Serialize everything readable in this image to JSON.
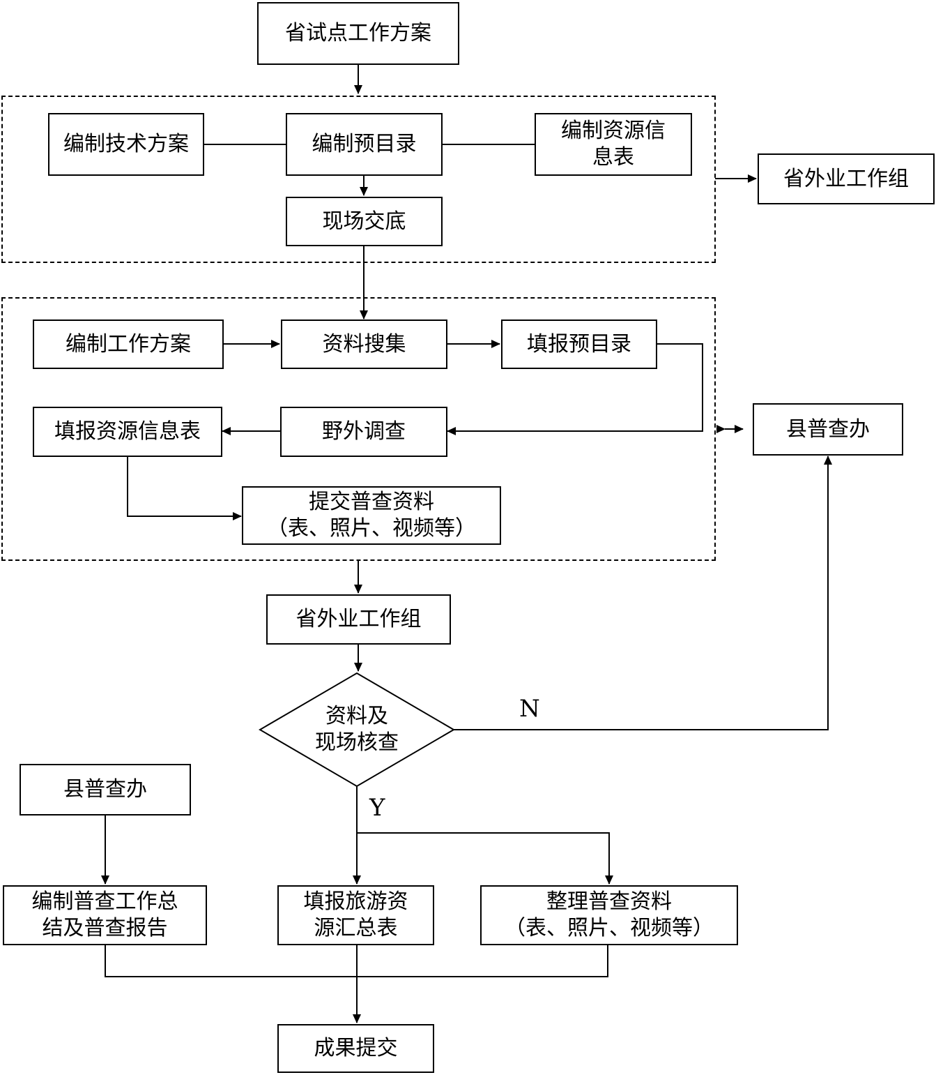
{
  "nodes": {
    "provincial_plan": "省试点工作方案",
    "tech_plan": "编制技术方案",
    "pre_catalog": "编制预目录",
    "resource_info": "编制资源信\n息表",
    "provincial_field_group_top": "省外业工作组",
    "site_briefing": "现场交底",
    "work_plan": "编制工作方案",
    "data_collection": "资料搜集",
    "fill_pre_catalog": "填报预目录",
    "fill_resource_info": "填报资源信息表",
    "field_survey": "野外调查",
    "county_office_right": "县普查办",
    "submit_survey": "提交普查资料\n（表、照片、视频等）",
    "provincial_field_group_mid": "省外业工作组",
    "decision": "资料及\n现场核查",
    "county_office_left": "县普查办",
    "summary_report": "编制普查工作总\n结及普查报告",
    "tourism_summary": "填报旅游资\n源汇总表",
    "organize_survey": "整理普查资料\n（表、照片、视频等）",
    "result_submit": "成果提交"
  },
  "labels": {
    "no": "N",
    "yes": "Y"
  }
}
